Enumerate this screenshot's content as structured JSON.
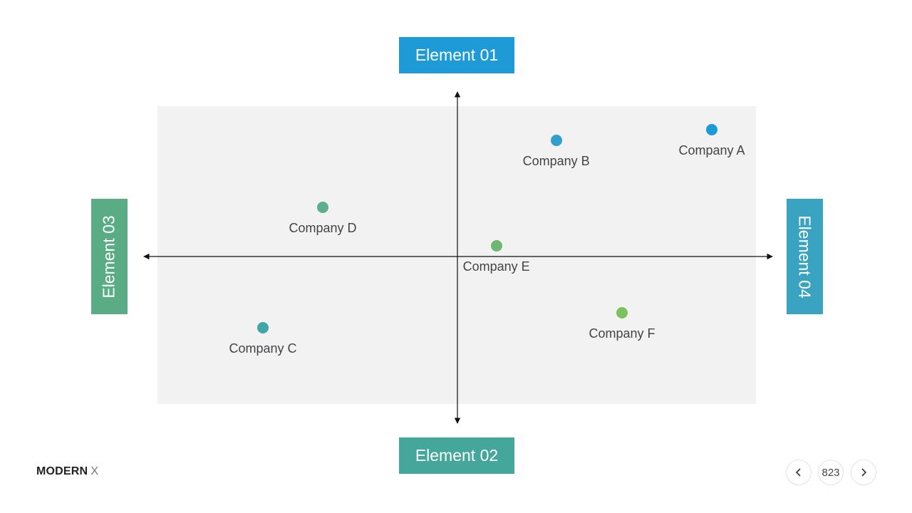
{
  "labels": {
    "top": "Element 01",
    "bottom": "Element 02",
    "left": "Element 03",
    "right": "Element 04"
  },
  "colors": {
    "top": "#1e9ad6",
    "bottom": "#45a79b",
    "left": "#5aac85",
    "right": "#3aa3c1"
  },
  "diagram": {
    "x_range": [
      -10,
      10
    ],
    "y_range": [
      -10,
      10
    ],
    "points": [
      {
        "name": "Company A",
        "x": 8.5,
        "y": 8.5,
        "color": "#1e9ad6"
      },
      {
        "name": "Company B",
        "x": 3.3,
        "y": 7.8,
        "color": "#2f9fcd"
      },
      {
        "name": "Company C",
        "x": -6.5,
        "y": -4.8,
        "color": "#42a6a6"
      },
      {
        "name": "Company D",
        "x": -4.5,
        "y": 3.3,
        "color": "#5aaf8c"
      },
      {
        "name": "Company E",
        "x": 1.3,
        "y": 0.7,
        "color": "#6cb872"
      },
      {
        "name": "Company F",
        "x": 5.5,
        "y": -3.8,
        "color": "#7cc25a"
      }
    ]
  },
  "footer": {
    "brand_strong": "MODERN",
    "brand_light": "X",
    "page": "823",
    "prev_icon": "chevron-left-icon",
    "next_icon": "chevron-right-icon"
  }
}
